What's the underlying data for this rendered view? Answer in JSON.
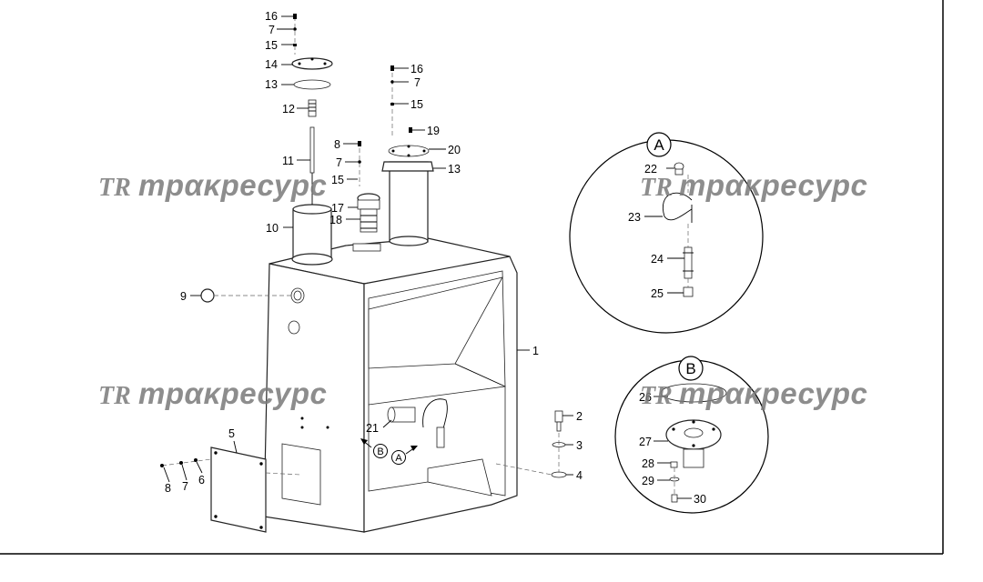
{
  "watermark": {
    "text": "трακресурс",
    "logo_letters": "TR"
  },
  "detail_views": [
    {
      "id": "A",
      "label": "A"
    },
    {
      "id": "B",
      "label": "B"
    }
  ],
  "view_refs": {
    "a": "A",
    "b": "B"
  },
  "callouts": {
    "c16a": "16",
    "c7a": "7",
    "c15a": "15",
    "c14": "14",
    "c13a": "13",
    "c12": "12",
    "c11": "11",
    "c10": "10",
    "c9": "9",
    "c8a": "8",
    "c7b": "7",
    "c15b": "15",
    "c17": "17",
    "c18": "18",
    "c16b": "16",
    "c7c": "7",
    "c15c": "15",
    "c19": "19",
    "c20": "20",
    "c13b": "13",
    "c1": "1",
    "c2": "2",
    "c3": "3",
    "c4": "4",
    "c5": "5",
    "c6": "6",
    "c7d": "7",
    "c8b": "8",
    "c21": "21",
    "c22": "22",
    "c23": "23",
    "c24": "24",
    "c25": "25",
    "c26": "26",
    "c27": "27",
    "c28": "28",
    "c29": "29",
    "c30": "30"
  },
  "colors": {
    "line": "#000000",
    "watermark": "#7a7a7a",
    "frame": "#000000"
  }
}
